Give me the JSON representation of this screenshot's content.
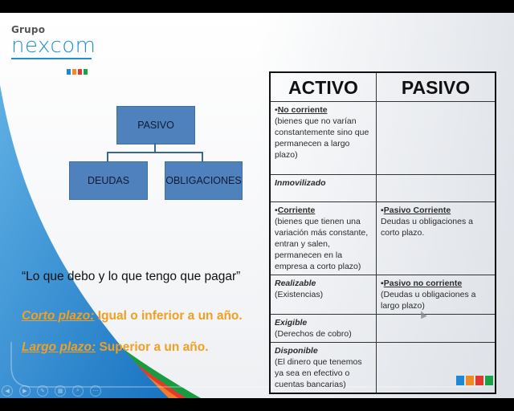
{
  "logo": {
    "grupo": "Grupo",
    "brand": "nexcom",
    "colors": [
      "#1e88d6",
      "#f08a24",
      "#e03a2f",
      "#1aa24a"
    ]
  },
  "org_chart": {
    "root": "PASIVO",
    "children": [
      "DEUDAS",
      "OBLIGACIONES"
    ],
    "box_color": "#4f81bd"
  },
  "table": {
    "headers": [
      "ACTIVO",
      "PASIVO"
    ],
    "rows": [
      {
        "activo_title": "No corriente",
        "activo_bullet": "•",
        "activo_style": "underline",
        "activo_desc": "(bienes que no varían constantemente sino que permanecen a largo plazo)",
        "pasivo_title": "",
        "pasivo_desc": ""
      },
      {
        "activo_title": "Inmovilizado",
        "activo_bullet": "",
        "activo_style": "italic",
        "activo_desc": "",
        "pasivo_title": "",
        "pasivo_desc": ""
      },
      {
        "activo_title": "Corriente",
        "activo_bullet": "•",
        "activo_style": "underline",
        "activo_desc": "(bienes que tienen una variación más constante, entran y salen, permanecen en la empresa a corto plazo)",
        "pasivo_title": "Pasivo Corriente",
        "pasivo_bullet": "▪",
        "pasivo_desc": "Deudas u obligaciones a corto plazo."
      },
      {
        "activo_title": "Realizable",
        "activo_bullet": "",
        "activo_style": "italic",
        "activo_desc": "(Existencias)",
        "pasivo_title": "Pasivo no corriente",
        "pasivo_bullet": "▪",
        "pasivo_desc": "(Deudas u obligaciones a largo plazo)"
      },
      {
        "activo_title": "Exigible",
        "activo_bullet": "",
        "activo_style": "italic",
        "activo_desc": "(Derechos de cobro)",
        "pasivo_title": "",
        "pasivo_desc": ""
      },
      {
        "activo_title": "Disponible",
        "activo_bullet": "",
        "activo_style": "italic",
        "activo_desc": "(El dinero que tenemos ya sea en efectivo o cuentas bancarias)",
        "pasivo_title": "",
        "pasivo_desc": ""
      }
    ]
  },
  "quote": "“Lo que debo y lo que tengo que pagar”",
  "terms": [
    {
      "label": "Corto plazo:",
      "text": " Igual o inferior a un año."
    },
    {
      "label": "Largo plazo:",
      "text": " Superior a un año."
    }
  ],
  "accent_color": "#f0a020",
  "slideshow_controls": [
    "previous",
    "next",
    "pen",
    "slides",
    "zoom",
    "more"
  ]
}
